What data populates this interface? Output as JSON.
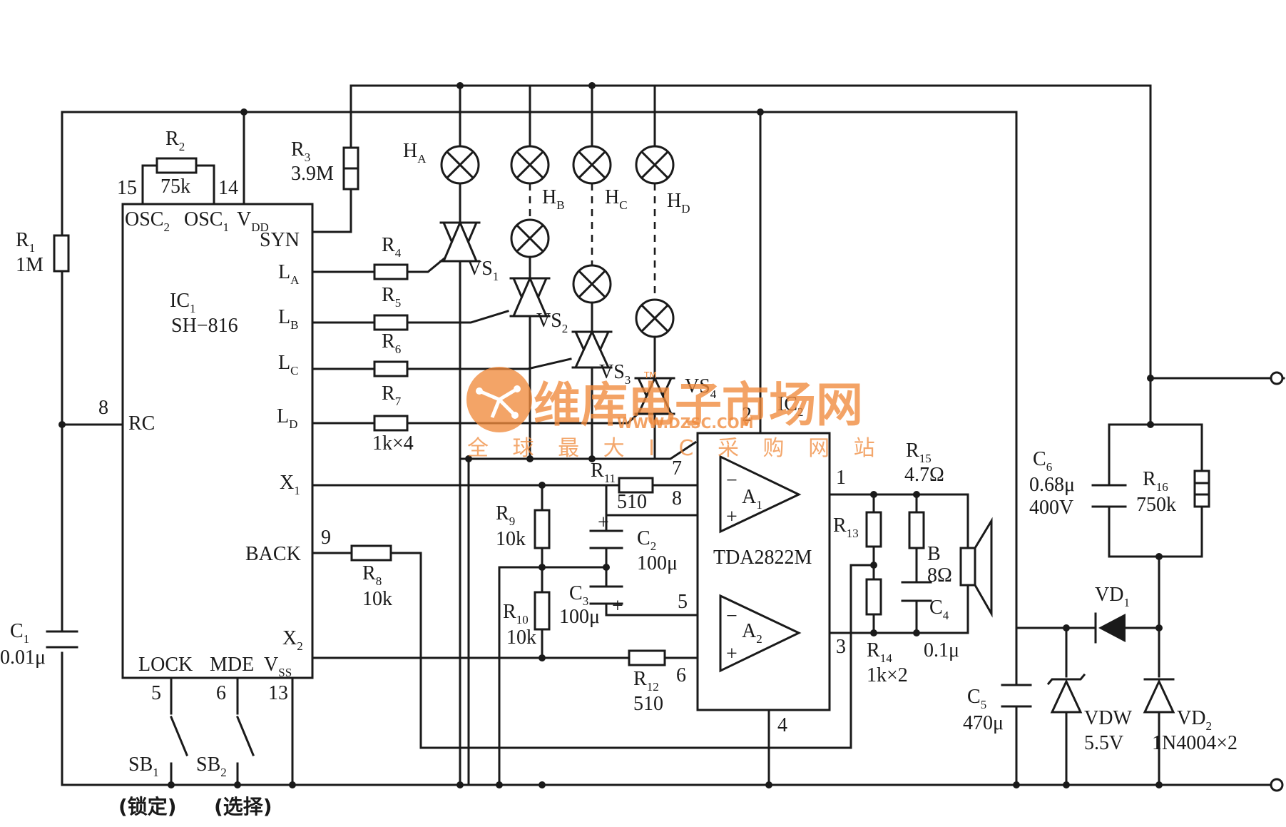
{
  "ic1": {
    "designator": "IC",
    "designator_sub": "1",
    "part": "SH−816",
    "pin_labels": {
      "osc2": "OSC",
      "osc2_sub": "2",
      "osc1": "OSC",
      "osc1_sub": "1",
      "vdd": "V",
      "vdd_sub": "DD",
      "syn": "SYN",
      "la": "L",
      "la_sub": "A",
      "lb": "L",
      "lb_sub": "B",
      "lc": "L",
      "lc_sub": "C",
      "ld": "L",
      "ld_sub": "D",
      "rc": "RC",
      "x1": "X",
      "x1_sub": "1",
      "back": "BACK",
      "x2": "X",
      "x2_sub": "2",
      "lock": "LOCK",
      "mde": "MDE",
      "vss": "V",
      "vss_sub": "SS"
    },
    "pin_numbers": {
      "p15": "15",
      "p14": "14",
      "p8": "8",
      "p9": "9",
      "p5": "5",
      "p6": "6",
      "p13": "13"
    }
  },
  "ic2": {
    "designator": "IC",
    "designator_sub": "2",
    "part": "TDA2822M",
    "amp1": "A",
    "amp1_sub": "1",
    "amp2": "A",
    "amp2_sub": "2",
    "minus": "−",
    "plus": "+",
    "pin_numbers": {
      "p1": "1",
      "p2": "2",
      "p3": "3",
      "p4": "4",
      "p5": "5",
      "p6": "6",
      "p7": "7",
      "p8": "8"
    }
  },
  "resistors": {
    "r1": {
      "name": "R",
      "sub": "1",
      "value": "1M"
    },
    "r2": {
      "name": "R",
      "sub": "2",
      "value": "75k"
    },
    "r3": {
      "name": "R",
      "sub": "3",
      "value": "3.9M"
    },
    "r4": {
      "name": "R",
      "sub": "4"
    },
    "r5": {
      "name": "R",
      "sub": "5"
    },
    "r6": {
      "name": "R",
      "sub": "6"
    },
    "r7": {
      "name": "R",
      "sub": "7",
      "value": "1k×4"
    },
    "r8": {
      "name": "R",
      "sub": "8",
      "value": "10k"
    },
    "r9": {
      "name": "R",
      "sub": "9",
      "value": "10k"
    },
    "r10": {
      "name": "R",
      "sub": "10",
      "value": "10k"
    },
    "r11": {
      "name": "R",
      "sub": "11",
      "value": "510"
    },
    "r12": {
      "name": "R",
      "sub": "12",
      "value": "510"
    },
    "r13": {
      "name": "R",
      "sub": "13"
    },
    "r14": {
      "name": "R",
      "sub": "14",
      "value": "1k×2"
    },
    "r15": {
      "name": "R",
      "sub": "15",
      "value": "4.7Ω"
    },
    "r16": {
      "name": "R",
      "sub": "16",
      "value": "750k"
    }
  },
  "capacitors": {
    "c1": {
      "name": "C",
      "sub": "1",
      "value": "0.01μ"
    },
    "c2": {
      "name": "C",
      "sub": "2",
      "value": "100μ"
    },
    "c3": {
      "name": "C",
      "sub": "3",
      "value": "100μ"
    },
    "c4": {
      "name": "C",
      "sub": "4",
      "value": "0.1μ"
    },
    "c5": {
      "name": "C",
      "sub": "5",
      "value": "470μ"
    },
    "c6": {
      "name": "C",
      "sub": "6",
      "value": "0.68μ",
      "voltage": "400V"
    }
  },
  "lamps": {
    "ha": {
      "name": "H",
      "sub": "A"
    },
    "hb": {
      "name": "H",
      "sub": "B"
    },
    "hc": {
      "name": "H",
      "sub": "C"
    },
    "hd": {
      "name": "H",
      "sub": "D"
    }
  },
  "triacs": {
    "vs1": {
      "name": "VS",
      "sub": "1"
    },
    "vs2": {
      "name": "VS",
      "sub": "2"
    },
    "vs3": {
      "name": "VS",
      "sub": "3"
    },
    "vs4": {
      "name": "VS",
      "sub": "4"
    }
  },
  "diodes": {
    "vd1": {
      "name": "VD",
      "sub": "1"
    },
    "vd2": {
      "name": "VD",
      "sub": "2",
      "value": "1N4004×2"
    },
    "vdw": {
      "name": "VDW",
      "value": "5.5V"
    }
  },
  "speaker": {
    "name": "B",
    "value": "8Ω"
  },
  "switches": {
    "sb1": {
      "name": "SB",
      "sub": "1",
      "caption": "(锁定)"
    },
    "sb2": {
      "name": "SB",
      "sub": "2",
      "caption": "(选择)"
    }
  },
  "watermark": {
    "brand": "维库电子市场网",
    "url": "WWW.DZSC.COM",
    "slogan": "全 球 最 大 I C 采 购 网 站",
    "tm": "TM"
  }
}
